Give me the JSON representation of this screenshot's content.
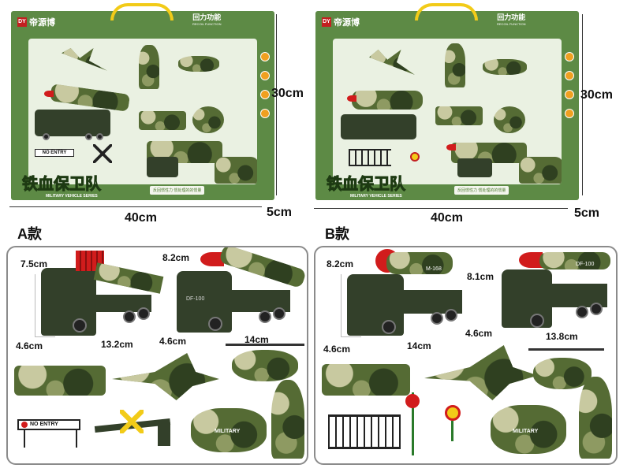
{
  "boxes": [
    {
      "brand": "帝源博",
      "brand_mark": "DY",
      "recoil_cn": "回力功能",
      "recoil_en": "RECOIL FUNCTION",
      "series_cn": "铁血保卫队",
      "series_en": "MILITARY VEHICLE SERIES",
      "tagline": "反回惯性力  惯处理的的惯量",
      "no_entry": "NO ENTRY",
      "height": "30cm",
      "width": "40cm",
      "depth": "5cm"
    },
    {
      "brand": "帝源博",
      "brand_mark": "DY",
      "recoil_cn": "回力功能",
      "recoil_en": "RECOIL FUNCTION",
      "series_cn": "铁血保卫队",
      "series_en": "MILITARY VEHICLE SERIES",
      "tagline": "反回惯性力  惯处理的的惯量",
      "height": "30cm",
      "width": "40cm",
      "depth": "5cm"
    }
  ],
  "variants": {
    "a": {
      "label": "A款",
      "truck1": {
        "height": "7.5cm",
        "width": "4.6cm",
        "length": "13.2cm"
      },
      "truck2": {
        "height": "8.2cm",
        "width": "4.6cm",
        "length": "14cm"
      },
      "truck2_plate": "DF-100",
      "no_entry": "NO ENTRY",
      "motorcycle": "MILITARY"
    },
    "b": {
      "label": "B款",
      "truck1": {
        "height": "8.2cm",
        "width": "4.6cm",
        "length": "14cm"
      },
      "truck1_plate": "M-168",
      "truck2": {
        "height": "8.1cm",
        "width": "4.6cm",
        "length": "13.8cm"
      },
      "truck2_plate": "DF-100",
      "motorcycle": "MILITARY"
    }
  },
  "colors": {
    "box_green": "#5d8a45",
    "box_inner": "#eaf1e2",
    "handle_yellow": "#f2cb18",
    "missile_red": "#d11c1c",
    "camo_base": "#556b34"
  }
}
